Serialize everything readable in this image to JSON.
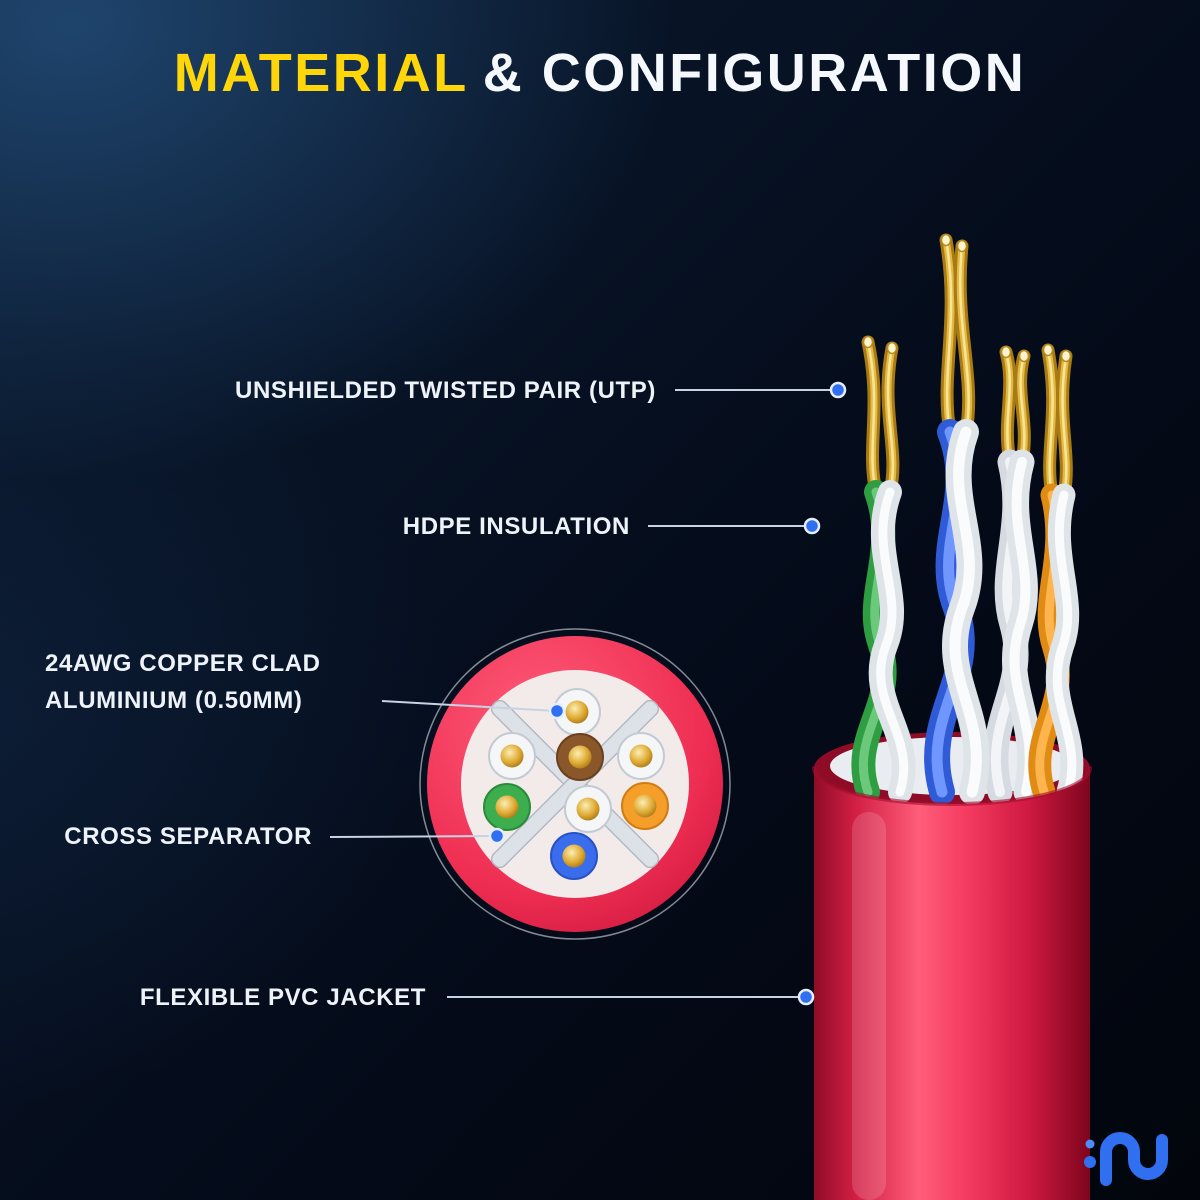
{
  "title": {
    "highlight": "MATERIAL",
    "rest": "& CONFIGURATION"
  },
  "labels": {
    "utp": "UNSHIELDED TWISTED PAIR (UTP)",
    "hdpe": "HDPE INSULATION",
    "copper_line1": "24AWG COPPER CLAD",
    "copper_line2": "ALUMINIUM (0.50MM)",
    "cross": "CROSS SEPARATOR",
    "jacket": "FLEXIBLE PVC JACKET"
  },
  "colors": {
    "title_highlight": "#FFD60A",
    "title_text": "#F5F8FC",
    "label_text": "#EEF3F9",
    "leader_line": "#C6D3E2",
    "leader_dot": "#2F6FF0",
    "cable_jacket_red": "#EE2D52",
    "copper_gold": "#D9A62E",
    "wire_white": "#F4F6F8",
    "wire_blue": "#3A6DED",
    "wire_green": "#3CAE4E",
    "wire_orange": "#F59F2A",
    "wire_brown": "#8A572B",
    "separator_gray": "#DDE2E8",
    "background_navy": "#071224"
  },
  "icons": {
    "brand_logo": "wave-m-logo"
  }
}
